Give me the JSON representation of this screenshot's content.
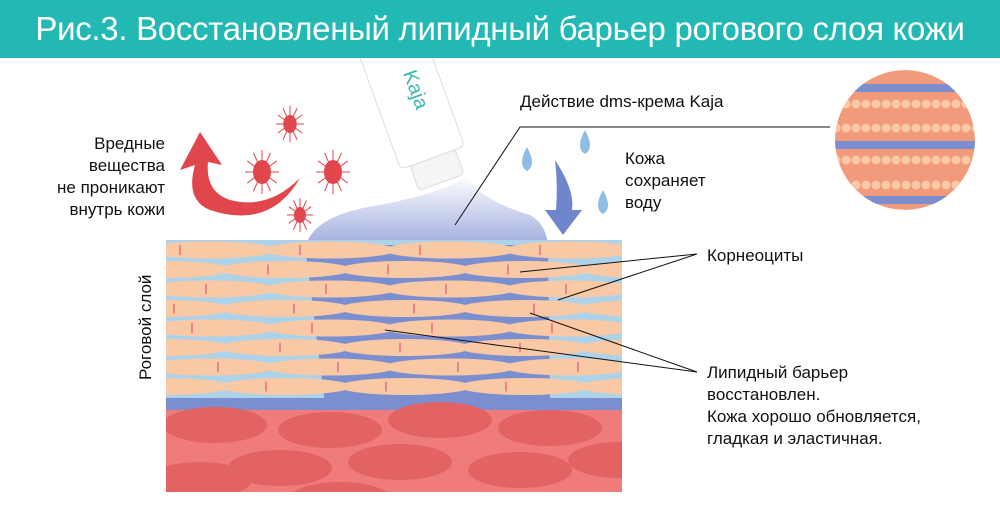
{
  "title": "Рис.3. Восстановленый липидный барьер рогового слоя кожи",
  "tube_brand": "Kaja",
  "labels": {
    "cream_action": "Действие dms-крема Kaja",
    "harmful": [
      "Вредные",
      "вещества",
      "не проникают",
      "внутрь кожи"
    ],
    "water": [
      "Кожа",
      "сохраняет",
      "воду"
    ],
    "corneocytes": "Корнеоциты",
    "lipid": [
      "Липидный барьер",
      "восстановлен.",
      "Кожа хорошо обновляется,",
      "гладкая и эластичная."
    ],
    "stratum": "Роговой слой"
  },
  "colors": {
    "header": "#22b8b3",
    "cell": "#f8c9a4",
    "lipid_light": "#acd3ea",
    "lipid_restored": "#7b8fd0",
    "dermis": "#ef7b7b",
    "dermis_cell": "#e36262",
    "bacteria": "#e0464c"
  }
}
